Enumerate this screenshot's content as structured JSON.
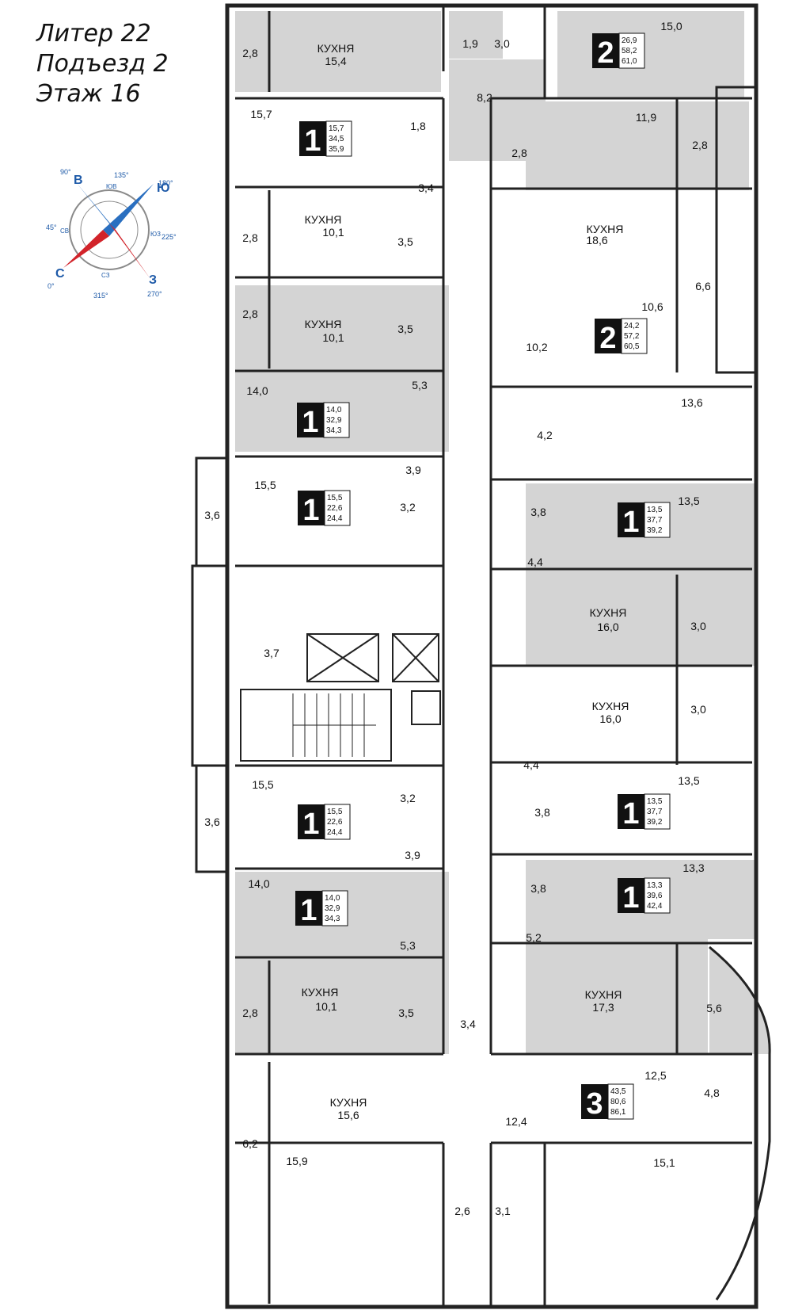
{
  "header": {
    "line1": "Литер 22",
    "line2": "Подъезд 2",
    "line3": "Этаж 16"
  },
  "compass": {
    "letters": [
      "В",
      "Ю",
      "З",
      "С"
    ],
    "degrees": [
      "90°",
      "180°",
      "270°",
      "0°",
      "135°",
      "225°",
      "315°",
      "45°"
    ],
    "inner": [
      "ЮВ",
      "ЮЗ",
      "СЗ",
      "СВ"
    ],
    "colors": {
      "blue": "#2a6fc0",
      "red": "#d2232a",
      "gray": "#8a8a8a"
    }
  },
  "colors": {
    "gray_room": "#d4d4d4",
    "wall": "#222222",
    "badge": "#111111"
  },
  "kitchen_word": "КУХНЯ",
  "rooms": [
    "2,8",
    "15,4",
    "1,9",
    "3,0",
    "15,0",
    "8,2",
    "15,7",
    "1,8",
    "11,9",
    "2,8",
    "3,4",
    "2,8",
    "2,8",
    "10,1",
    "3,5",
    "18,6",
    "6,6",
    "10,6",
    "2,8",
    "10,1",
    "3,5",
    "10,2",
    "14,0",
    "5,3",
    "13,6",
    "4,2",
    "15,5",
    "3,9",
    "3,6",
    "3,2",
    "3,8",
    "13,5",
    "4,4",
    "16,0",
    "3,0",
    "3,7",
    "16,0",
    "3,0",
    "15,5",
    "4,4",
    "3,2",
    "3,6",
    "13,5",
    "3,9",
    "3,8",
    "14,0",
    "13,3",
    "3,8",
    "5,3",
    "5,2",
    "2,8",
    "10,1",
    "3,5",
    "17,3",
    "5,6",
    "3,4",
    "12,5",
    "15,6",
    "4,8",
    "12,4",
    "6,2",
    "15,9",
    "15,1",
    "2,6",
    "3,1"
  ],
  "apartments": [
    {
      "rooms": "2",
      "values": [
        "26,9",
        "58,2",
        "61,0"
      ]
    },
    {
      "rooms": "1",
      "values": [
        "15,7",
        "34,5",
        "35,9"
      ]
    },
    {
      "rooms": "2",
      "values": [
        "24,2",
        "57,2",
        "60,5"
      ]
    },
    {
      "rooms": "1",
      "values": [
        "14,0",
        "32,9",
        "34,3"
      ]
    },
    {
      "rooms": "1",
      "values": [
        "15,5",
        "22,6",
        "24,4"
      ]
    },
    {
      "rooms": "1",
      "values": [
        "13,5",
        "37,7",
        "39,2"
      ]
    },
    {
      "rooms": "1",
      "values": [
        "13,5",
        "37,7",
        "39,2"
      ]
    },
    {
      "rooms": "1",
      "values": [
        "15,5",
        "22,6",
        "24,4"
      ]
    },
    {
      "rooms": "1",
      "values": [
        "14,0",
        "32,9",
        "34,3"
      ]
    },
    {
      "rooms": "1",
      "values": [
        "13,3",
        "39,6",
        "42,4"
      ]
    },
    {
      "rooms": "3",
      "values": [
        "43,5",
        "80,6",
        "86,1"
      ]
    }
  ]
}
